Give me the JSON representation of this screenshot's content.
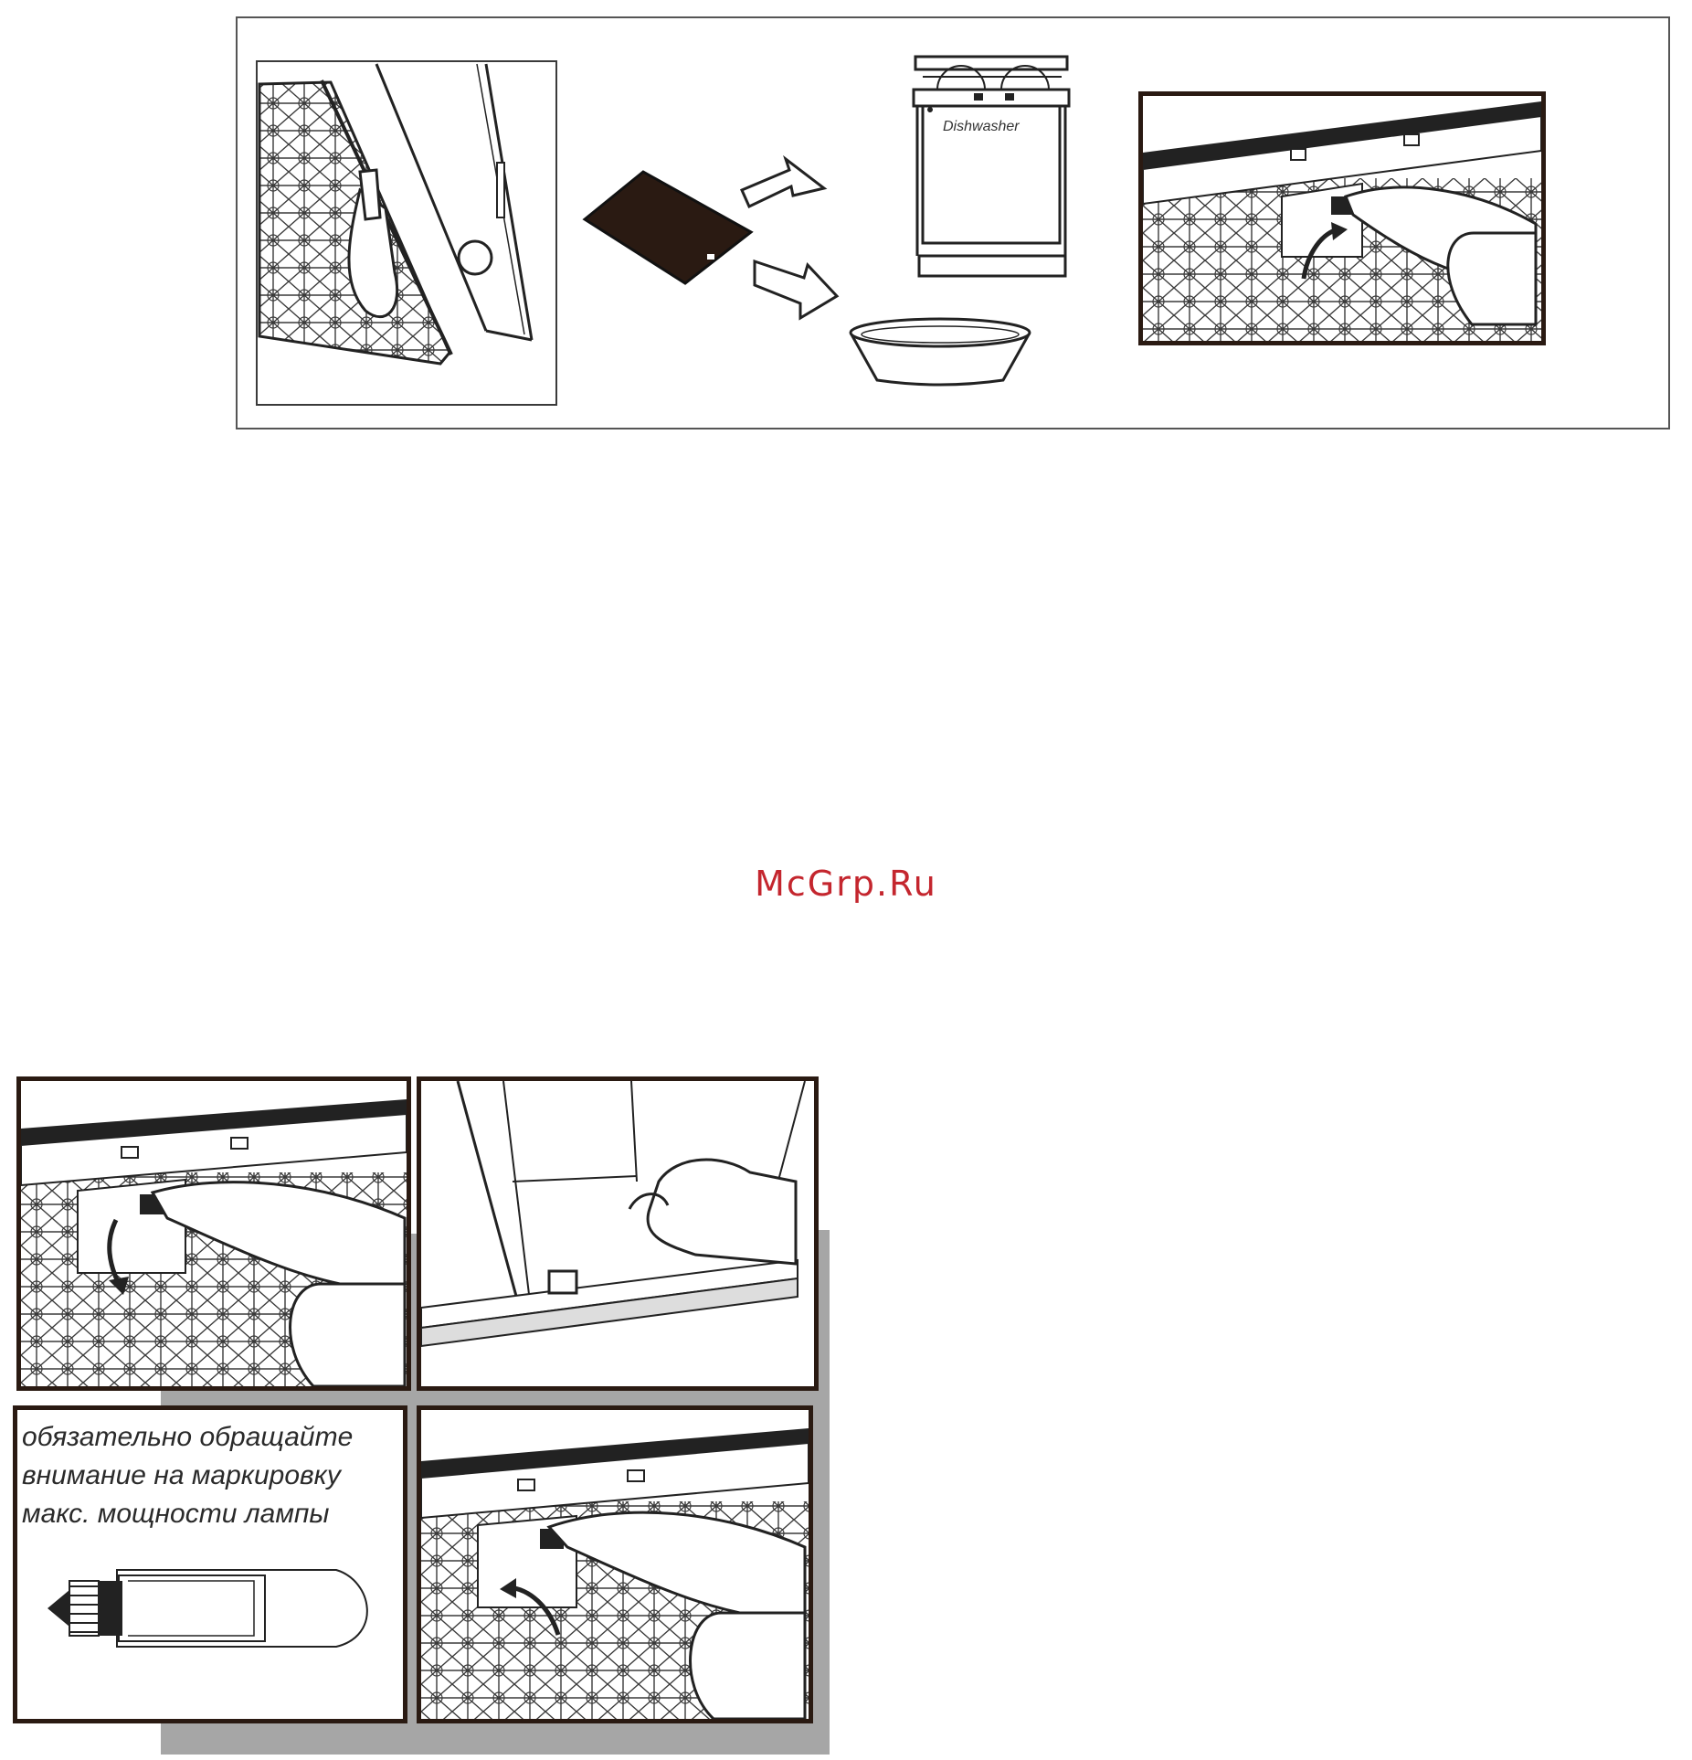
{
  "watermark": "McGrp.Ru",
  "dishwasher_label": "Dishwasher",
  "lamp_warning": {
    "lines": [
      "обязательно обращайте",
      "внимание на маркировку",
      "макс. мощности лампы"
    ]
  },
  "colors": {
    "watermark": "#c4262e",
    "frame": "#2a1a12",
    "shadow": "#a6a6a6"
  }
}
